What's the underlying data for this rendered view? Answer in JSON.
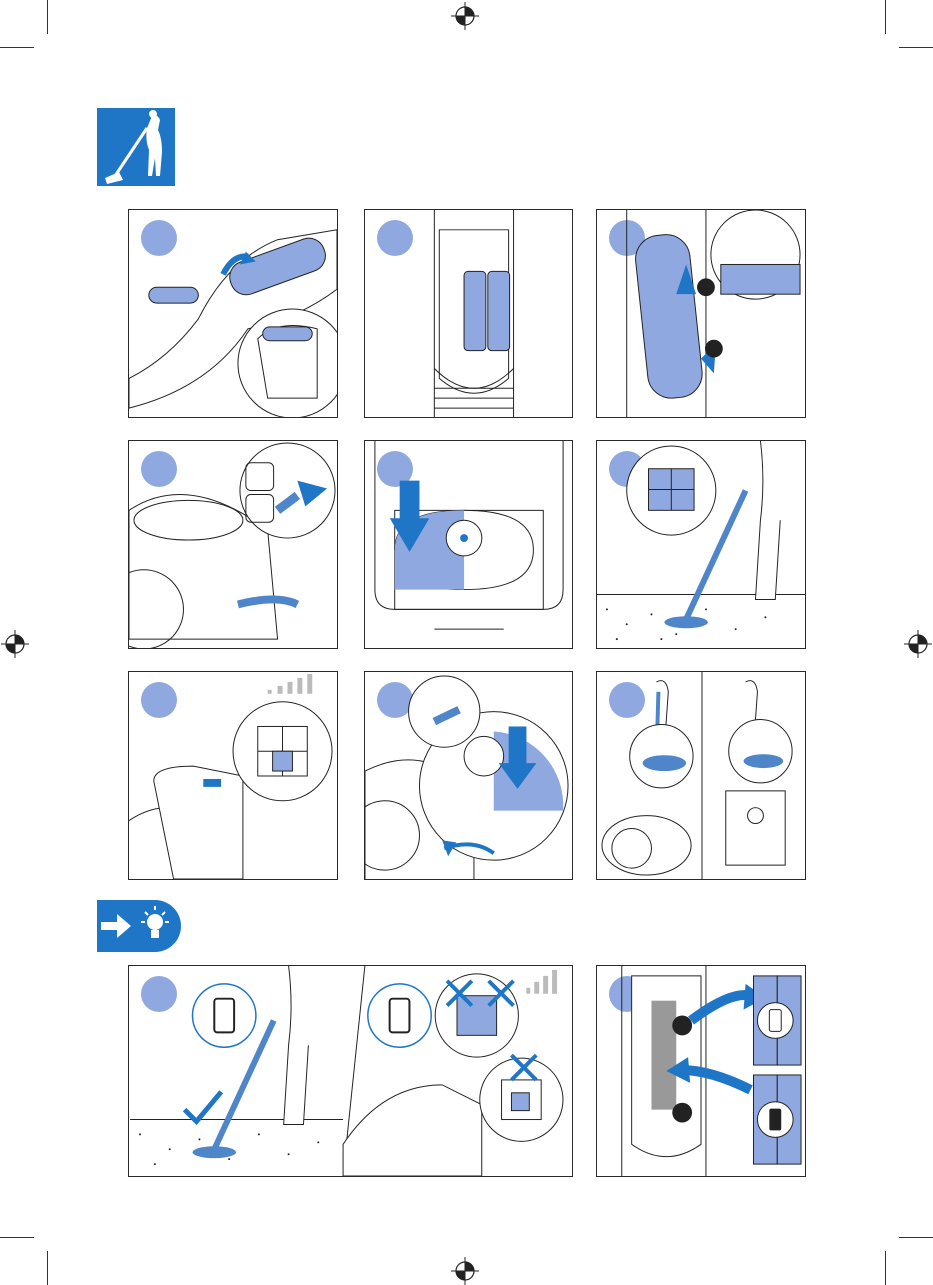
{
  "colors": {
    "accent_blue": "#1f76c6",
    "light_blue": "#8fa9e0",
    "mid_blue": "#4f86c9",
    "line": "#2a2a2a"
  },
  "header": {
    "icon": "vacuum-cleaning-person-icon"
  },
  "tip": {
    "icon": "arrow-lightbulb-tip-icon"
  },
  "panels": [
    {
      "id": "1",
      "icon": "handle-battery-cover-key-icon"
    },
    {
      "id": "2",
      "icon": "battery-compartment-icon"
    },
    {
      "id": "3",
      "icon": "battery-cover-close-icon"
    },
    {
      "id": "4",
      "icon": "plug-into-socket-icon"
    },
    {
      "id": "5",
      "icon": "power-on-button-icon"
    },
    {
      "id": "6",
      "icon": "vacuuming-remote-control-icon"
    },
    {
      "id": "7",
      "icon": "suction-level-icon"
    },
    {
      "id": "8",
      "icon": "cord-rewind-icon"
    },
    {
      "id": "9",
      "icon": "park-nozzle-icon"
    },
    {
      "id": "10",
      "icon": "battery-empty-icon"
    },
    {
      "id": "11",
      "icon": "replace-batteries-icon"
    }
  ]
}
